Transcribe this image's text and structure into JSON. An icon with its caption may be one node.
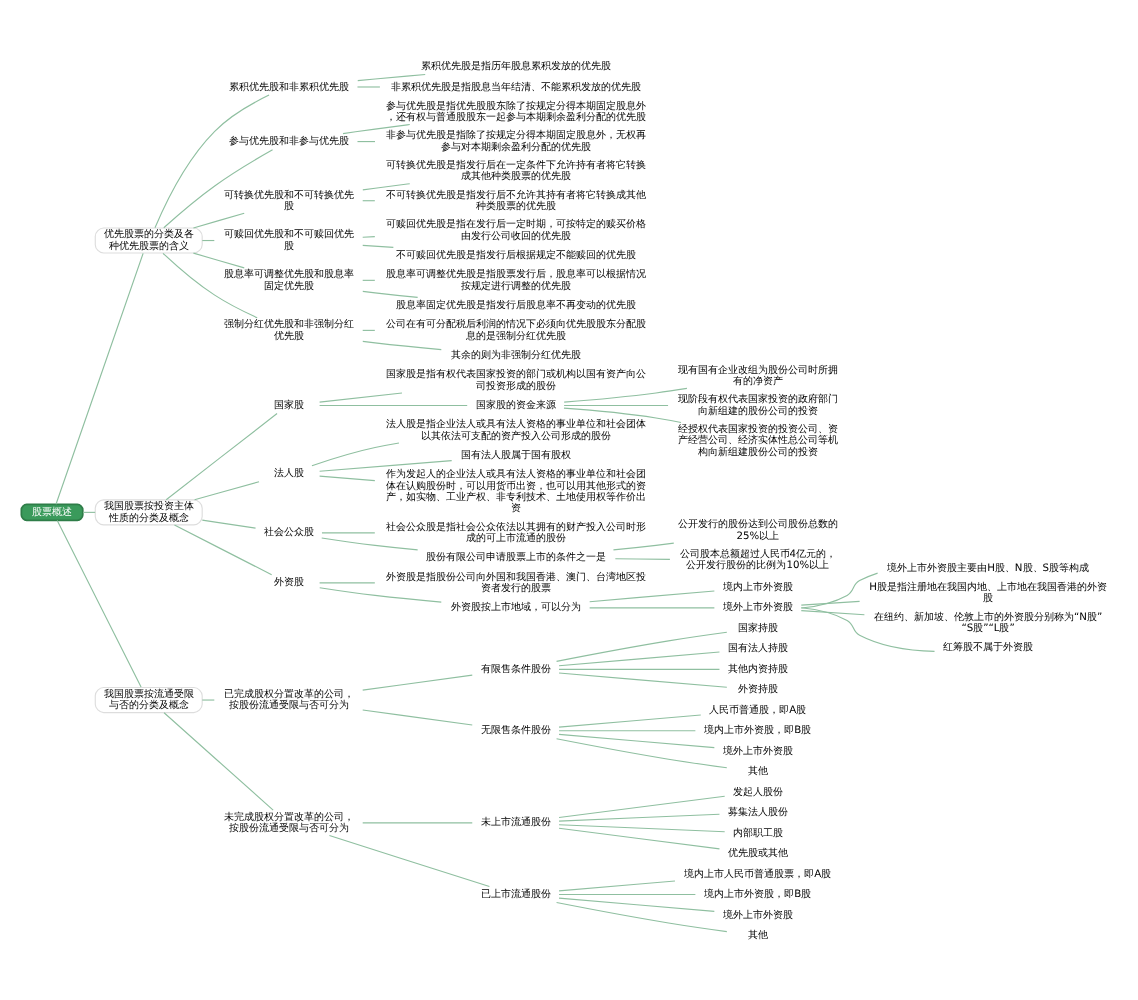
{
  "diagram": {
    "nodes": [
      {
        "text": [
          "股票概述"
        ]
      },
      {
        "text": [
          "优先股票的分类及各种优先股票的含义"
        ]
      },
      {
        "text": [
          "累积优先股和非累积优先股"
        ]
      },
      {
        "text": [
          "累积优先股是指历年股息累积发放的优先股"
        ]
      },
      {
        "text": [
          "非累积优先股是指股息当年结清、不能累积发放的优先股"
        ]
      },
      {
        "text": [
          "参与优先股和非参与优先股"
        ]
      },
      {
        "text": [
          "参与优先股是指优先股股东除了按规定分得本期固定股息外，还有权与普通股股东一起参与本期剩余盈利分配的优先股"
        ]
      },
      {
        "text": [
          "非参与优先股是指除了按规定分得本期固定股息外，无权再参与对本期剩余盈利分配的优先股"
        ]
      },
      {
        "text": [
          "可转换优先股和不可转换优先股"
        ]
      },
      {
        "text": [
          "可转换优先股是指发行后在一定条件下允许持有者将它转换成其他种类股票的优先股"
        ]
      },
      {
        "text": [
          "不可转换优先股是指发行后不允许其持有者将它转换成其他种类股票的优先股"
        ]
      },
      {
        "text": [
          "可赎回优先股和不可赎回优先股"
        ]
      },
      {
        "text": [
          "可赎回优先股是指在发行后一定时期，可按特定的赎买价格由发行公司收回的优先股"
        ]
      },
      {
        "text": [
          "不可赎回优先股是指发行后根据规定不能赎回的优先股"
        ]
      },
      {
        "text": [
          "股息率可调整优先股和股息率固定优先股"
        ]
      },
      {
        "text": [
          "股息率可调整优先股是指股票发行后，股息率可以根据情况按规定进行调整的优先股"
        ]
      },
      {
        "text": [
          "股息率固定优先股是指发行后股息率不再变动的优先股"
        ]
      },
      {
        "text": [
          "强制分红优先股和非强制分红优先股"
        ]
      },
      {
        "text": [
          "公司在有可分配税后利润的情况下必须向优先股股东分配股息的是强制分红优先股"
        ]
      },
      {
        "text": [
          "其余的则为非强制分红优先股"
        ]
      },
      {
        "text": [
          "我国股票按投资主体性质的分类及概念"
        ]
      },
      {
        "text": [
          "国家股"
        ]
      },
      {
        "text": [
          "国家股是指有权代表国家投资的部门或机构以国有资产向公司投资形成的股份"
        ]
      },
      {
        "text": [
          "国家股的资金来源"
        ]
      },
      {
        "text": [
          "现有国有企业改组为股份公司时所拥有的净资产"
        ]
      },
      {
        "text": [
          "现阶段有权代表国家投资的政府部门向新组建的股份公司的投资"
        ]
      },
      {
        "text": [
          "经授权代表国家投资的投资公司、资产经营公司、经济实体性总公司等机构向新组建股份公司的投资"
        ]
      },
      {
        "text": [
          "法人股"
        ]
      },
      {
        "text": [
          "法人股是指企业法人或具有法人资格的事业单位和社会团体以其依法可支配的资产投入公司形成的股份"
        ]
      },
      {
        "text": [
          "国有法人股属于国有股权"
        ]
      },
      {
        "text": [
          "作为发起人的企业法人或具有法人资格的事业单位和社会团体在认购股份时，可以用货币出资，也可以用其他形式的资产，如实物、工业产权、非专利技术、土地使用权等作价出资"
        ]
      },
      {
        "text": [
          "社会公众股"
        ]
      },
      {
        "text": [
          "社会公众股是指社会公众依法以其拥有的财产投入公司时形成的可上市流通的股份"
        ]
      },
      {
        "text": [
          "股份有限公司申请股票上市的条件之一是"
        ]
      },
      {
        "text": [
          "公开发行的股份达到公司股份总数的25%以上"
        ]
      },
      {
        "text": [
          "公司股本总额超过人民币4亿元的，公开发行股份的比例为10%以上"
        ]
      },
      {
        "text": [
          "外资股"
        ]
      },
      {
        "text": [
          "外资股是指股份公司向外国和我国香港、澳门、台湾地区投资者发行的股票"
        ]
      },
      {
        "text": [
          "外资股按上市地域，可以分为"
        ]
      },
      {
        "text": [
          "境内上市外资股"
        ]
      },
      {
        "text": [
          "境外上市外资股"
        ]
      },
      {
        "text": [
          "境外上市外资股主要由H股、N股、S股等构成"
        ]
      },
      {
        "text": [
          "H股是指注册地在我国内地、上市地在我国香港的外资股"
        ]
      },
      {
        "text": [
          "在纽约、新加坡、伦敦上市的外资股分别称为“N股”“S股”“L股”"
        ]
      },
      {
        "text": [
          "红筹股不属于外资股"
        ]
      },
      {
        "text": [
          "我国股票按流通受限与否的分类及概念"
        ]
      },
      {
        "text": [
          "已完成股权分置改革的公司，按股份流通受限与否可分为"
        ]
      },
      {
        "text": [
          "有限售条件股份"
        ]
      },
      {
        "text": [
          "国家持股"
        ]
      },
      {
        "text": [
          "国有法人持股"
        ]
      },
      {
        "text": [
          "其他内资持股"
        ]
      },
      {
        "text": [
          "外资持股"
        ]
      },
      {
        "text": [
          "无限售条件股份"
        ]
      },
      {
        "text": [
          "人民币普通股，即A股"
        ]
      },
      {
        "text": [
          "境内上市外资股，即B股"
        ]
      },
      {
        "text": [
          "境外上市外资股"
        ]
      },
      {
        "text": [
          "其他"
        ]
      },
      {
        "text": [
          "未完成股权分置改革的公司，按股份流通受限与否可分为"
        ]
      },
      {
        "text": [
          "未上市流通股份"
        ]
      },
      {
        "text": [
          "发起人股份"
        ]
      },
      {
        "text": [
          "募集法人股份"
        ]
      },
      {
        "text": [
          "内部职工股"
        ]
      },
      {
        "text": [
          "优先股或其他"
        ]
      },
      {
        "text": [
          "已上市流通股份"
        ]
      },
      {
        "text": [
          "境内上市人民币普通股票，即A股"
        ]
      },
      {
        "text": [
          "境内上市外资股，即B股"
        ]
      },
      {
        "text": [
          "境外上市外资股"
        ]
      },
      {
        "text": [
          "其他"
        ]
      }
    ],
    "edges": [
      {
        "from": 0,
        "to": 1,
        "arrow": "none"
      },
      {
        "from": 1,
        "to": 2,
        "arrow": "none"
      },
      {
        "from": 2,
        "to": 3,
        "arrow": "none"
      },
      {
        "from": 2,
        "to": 4,
        "arrow": "none"
      },
      {
        "from": 1,
        "to": 5,
        "arrow": "none"
      },
      {
        "from": 5,
        "to": 6,
        "arrow": "none"
      },
      {
        "from": 5,
        "to": 7,
        "arrow": "none"
      },
      {
        "from": 1,
        "to": 8,
        "arrow": "none"
      },
      {
        "from": 8,
        "to": 9,
        "arrow": "none"
      },
      {
        "from": 8,
        "to": 10,
        "arrow": "none"
      },
      {
        "from": 1,
        "to": 11,
        "arrow": "none"
      },
      {
        "from": 11,
        "to": 12,
        "arrow": "none"
      },
      {
        "from": 11,
        "to": 13,
        "arrow": "none"
      },
      {
        "from": 1,
        "to": 14,
        "arrow": "none"
      },
      {
        "from": 14,
        "to": 15,
        "arrow": "none"
      },
      {
        "from": 14,
        "to": 16,
        "arrow": "none"
      },
      {
        "from": 1,
        "to": 17,
        "arrow": "none"
      },
      {
        "from": 17,
        "to": 18,
        "arrow": "none"
      },
      {
        "from": 17,
        "to": 19,
        "arrow": "none"
      },
      {
        "from": 0,
        "to": 20,
        "arrow": "none"
      },
      {
        "from": 20,
        "to": 21,
        "arrow": "none"
      },
      {
        "from": 21,
        "to": 22,
        "arrow": "none"
      },
      {
        "from": 21,
        "to": 23,
        "arrow": "none"
      },
      {
        "from": 23,
        "to": 24,
        "arrow": "none"
      },
      {
        "from": 23,
        "to": 25,
        "arrow": "none"
      },
      {
        "from": 23,
        "to": 26,
        "arrow": "none"
      },
      {
        "from": 20,
        "to": 27,
        "arrow": "none"
      },
      {
        "from": 27,
        "to": 28,
        "arrow": "none"
      },
      {
        "from": 27,
        "to": 29,
        "arrow": "none"
      },
      {
        "from": 27,
        "to": 30,
        "arrow": "none"
      },
      {
        "from": 20,
        "to": 31,
        "arrow": "none"
      },
      {
        "from": 31,
        "to": 32,
        "arrow": "none"
      },
      {
        "from": 31,
        "to": 33,
        "arrow": "none"
      },
      {
        "from": 33,
        "to": 34,
        "arrow": "none"
      },
      {
        "from": 33,
        "to": 35,
        "arrow": "none"
      },
      {
        "from": 20,
        "to": 36,
        "arrow": "none"
      },
      {
        "from": 36,
        "to": 37,
        "arrow": "none"
      },
      {
        "from": 36,
        "to": 38,
        "arrow": "none"
      },
      {
        "from": 38,
        "to": 39,
        "arrow": "none"
      },
      {
        "from": 38,
        "to": 40,
        "arrow": "none"
      },
      {
        "from": 40,
        "to": 41,
        "arrow": "none"
      },
      {
        "from": 40,
        "to": 42,
        "arrow": "none"
      },
      {
        "from": 40,
        "to": 43,
        "arrow": "none"
      },
      {
        "from": 40,
        "to": 44,
        "arrow": "none"
      },
      {
        "from": 0,
        "to": 45,
        "arrow": "none"
      },
      {
        "from": 45,
        "to": 46,
        "arrow": "none"
      },
      {
        "from": 46,
        "to": 47,
        "arrow": "none"
      },
      {
        "from": 47,
        "to": 48,
        "arrow": "none"
      },
      {
        "from": 47,
        "to": 49,
        "arrow": "none"
      },
      {
        "from": 47,
        "to": 50,
        "arrow": "none"
      },
      {
        "from": 47,
        "to": 51,
        "arrow": "none"
      },
      {
        "from": 46,
        "to": 52,
        "arrow": "none"
      },
      {
        "from": 52,
        "to": 53,
        "arrow": "none"
      },
      {
        "from": 52,
        "to": 54,
        "arrow": "none"
      },
      {
        "from": 52,
        "to": 55,
        "arrow": "none"
      },
      {
        "from": 52,
        "to": 56,
        "arrow": "none"
      },
      {
        "from": 45,
        "to": 57,
        "arrow": "none"
      },
      {
        "from": 57,
        "to": 58,
        "arrow": "none"
      },
      {
        "from": 58,
        "to": 59,
        "arrow": "none"
      },
      {
        "from": 58,
        "to": 60,
        "arrow": "none"
      },
      {
        "from": 58,
        "to": 61,
        "arrow": "none"
      },
      {
        "from": 58,
        "to": 62,
        "arrow": "none"
      },
      {
        "from": 57,
        "to": 63,
        "arrow": "none"
      },
      {
        "from": 63,
        "to": 64,
        "arrow": "none"
      },
      {
        "from": 63,
        "to": 65,
        "arrow": "none"
      },
      {
        "from": 63,
        "to": 66,
        "arrow": "none"
      },
      {
        "from": 63,
        "to": 67,
        "arrow": "none"
      }
    ]
  }
}
